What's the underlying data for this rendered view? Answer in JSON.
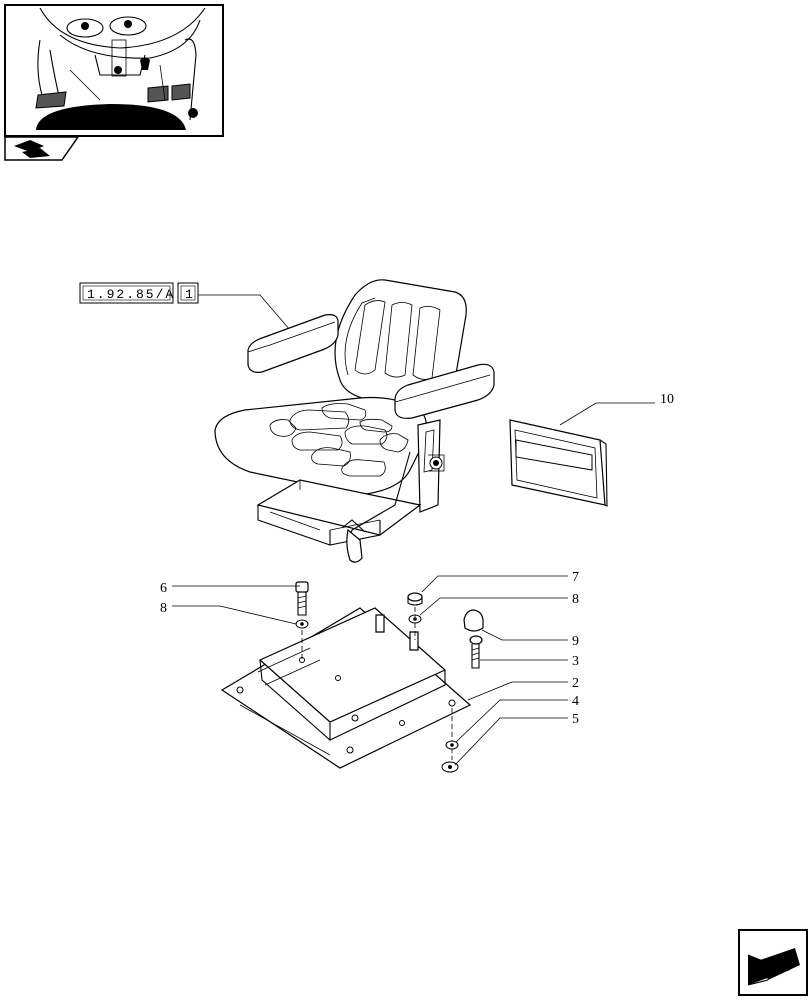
{
  "reference": {
    "code": "1.92.85/A",
    "index": "1"
  },
  "callouts": {
    "c10": "10",
    "c7": "7",
    "c6": "6",
    "c8a": "8",
    "c8b": "8",
    "c9": "9",
    "c3": "3",
    "c2": "2",
    "c4": "4",
    "c5": "5"
  },
  "icons": {
    "thumbnail": "tractor-cab-overview-icon",
    "section": "section-book-icon",
    "navigation": "next-page-arrow-icon"
  }
}
